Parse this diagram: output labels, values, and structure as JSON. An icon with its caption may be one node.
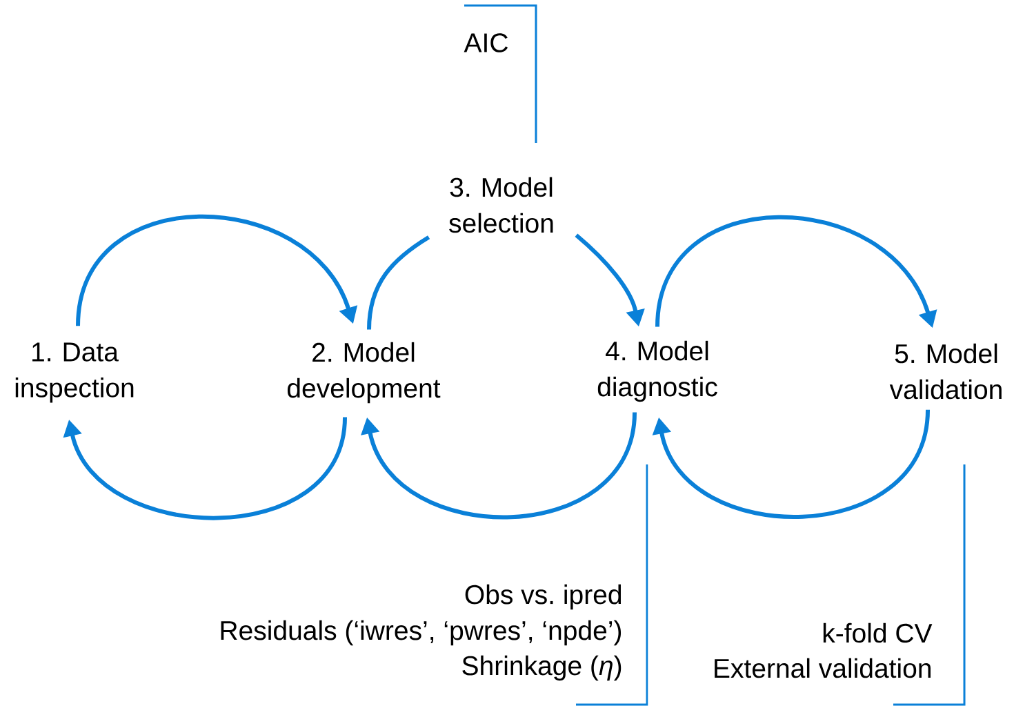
{
  "diagram": {
    "nodes": [
      {
        "text": [
          "1. Data inspection"
        ]
      },
      {
        "text": [
          "2. Model development"
        ]
      },
      {
        "text": [
          "3. Model selection"
        ]
      },
      {
        "text": [
          "4. Model diagnostic"
        ]
      },
      {
        "text": [
          "5. Model validation"
        ]
      }
    ],
    "edges": [
      {
        "from": 0,
        "to": 1,
        "arrow": "to"
      },
      {
        "from": 1,
        "to": 0,
        "arrow": "to"
      },
      {
        "from": 1,
        "to": 2,
        "arrow": "none"
      },
      {
        "from": 2,
        "to": 3,
        "arrow": "to"
      },
      {
        "from": 3,
        "to": 4,
        "arrow": "to"
      },
      {
        "from": 4,
        "to": 3,
        "arrow": "to"
      },
      {
        "from": 3,
        "to": 1,
        "arrow": "to"
      }
    ],
    "labels": [
      "AIC",
      "Obs vs. ipred",
      "Residuals (‘iwres’, ‘pwres’, ‘npde’)",
      "Shrinkage (*η*)",
      "k-fold CV",
      "External validation"
    ]
  }
}
